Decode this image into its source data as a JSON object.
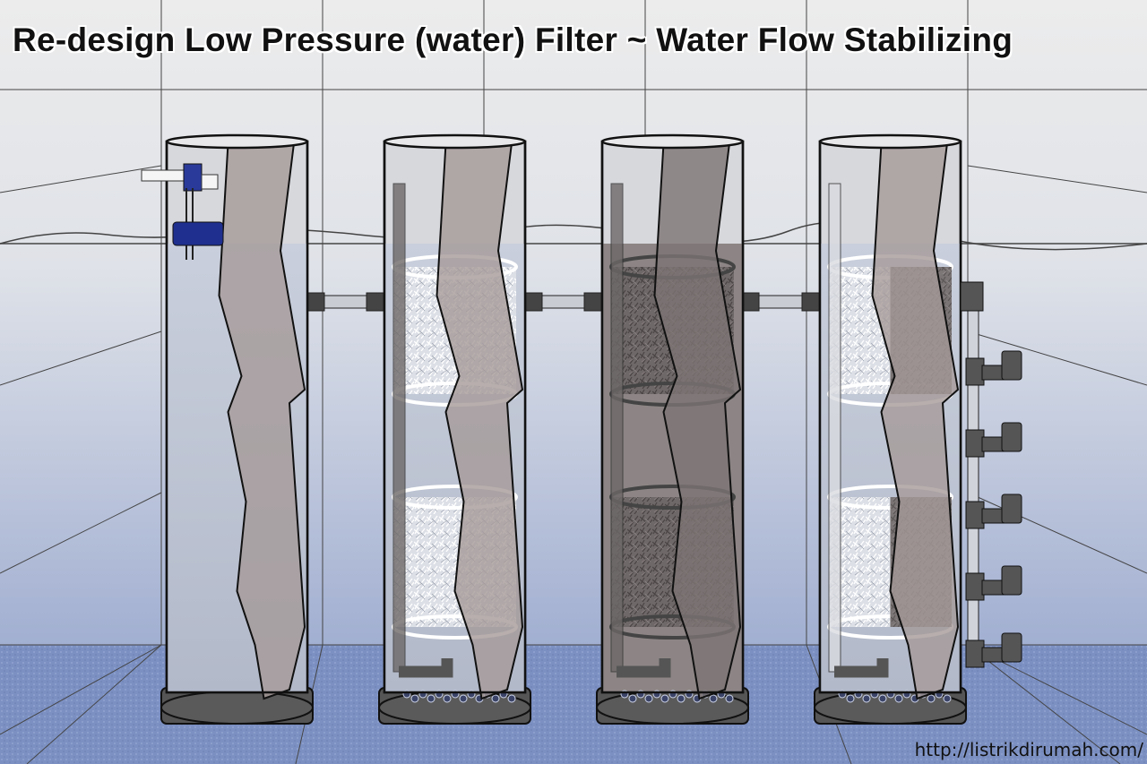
{
  "title": "Re-design Low Pressure (water) Filter ~ Water Flow Stabilizing",
  "watermark_url": "http://listrikdirumah.com/",
  "filters": [
    {
      "id": "stage-1",
      "media": "float-valve"
    },
    {
      "id": "stage-2",
      "media": "white-fiber"
    },
    {
      "id": "stage-3",
      "media": "dark-fiber"
    },
    {
      "id": "stage-4",
      "media": "mixed-fiber-with-outlets"
    }
  ],
  "colors": {
    "wall_top": "#e9e9e9",
    "wall_bottom": "#8b9dc9",
    "floor": "#7f93c4",
    "valve": "#1f2f8f"
  }
}
